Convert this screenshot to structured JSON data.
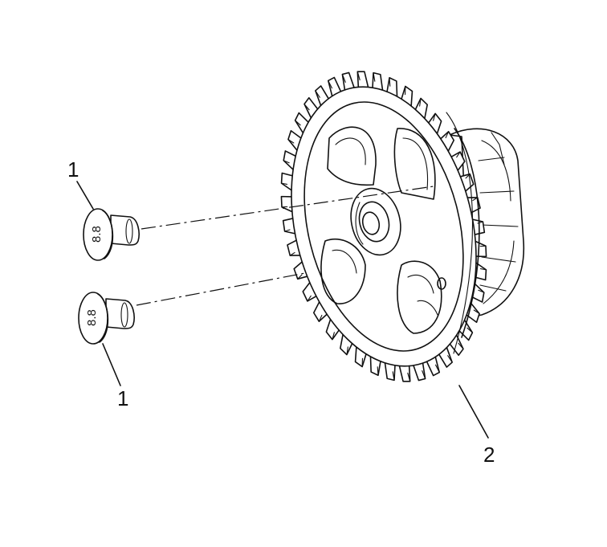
{
  "diagram": {
    "callouts": [
      {
        "id": "callout-1-upper",
        "text": "1"
      },
      {
        "id": "callout-1-lower",
        "text": "1"
      },
      {
        "id": "callout-2",
        "text": "2"
      }
    ],
    "parts": [
      {
        "id": "bolt",
        "callout": "1",
        "count": 2
      },
      {
        "id": "gear",
        "callout": "2",
        "teeth": 40
      }
    ]
  }
}
